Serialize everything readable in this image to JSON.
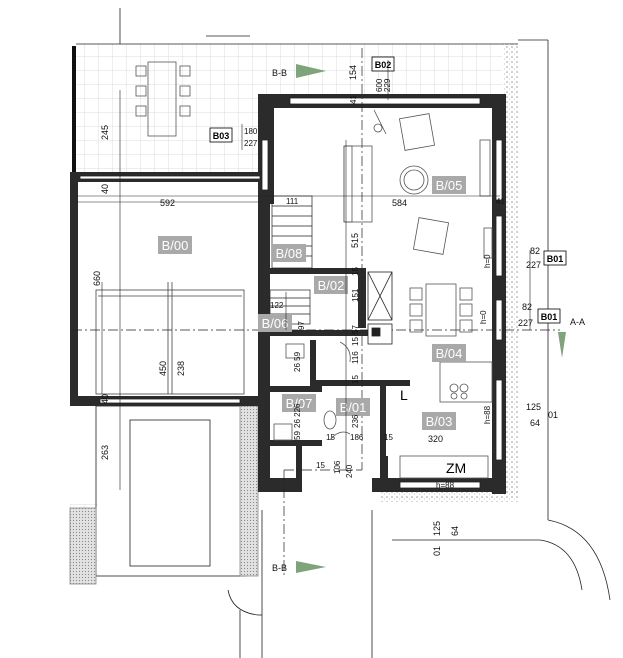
{
  "colors": {
    "wall": "#2b2b2b",
    "tag_bg": "#a9a9a9",
    "tag_text": "#ffffff",
    "line": "#222222",
    "section_arrow": "#7fa37a",
    "terrace_grid": "#d4d4d4",
    "hatch": "#c8c8c8"
  },
  "rooms": {
    "b00": "B/00",
    "b01": "B/01",
    "b02": "B/02",
    "b03": "B/03",
    "b04": "B/04",
    "b05": "B/05",
    "b06": "B/06",
    "b07": "B/07",
    "b08": "B/08"
  },
  "sections": {
    "bb_top": "B-B",
    "bb_bottom": "B-B",
    "aa": "A-A"
  },
  "codes": {
    "b02": "B02",
    "b03": "B03",
    "b01_upper": "B01",
    "b01_lower": "B01",
    "o1_right": "01",
    "o1_bottom": "01"
  },
  "labels": {
    "zm": "ZM",
    "l": "L",
    "h88_kitchen": "h=88",
    "h88_bottom": "h=88",
    "h0_upper": "h=0",
    "h0_lower": "h=0"
  },
  "dimensions": {
    "d245": "245",
    "d40_top": "40",
    "d40_bottom": "40",
    "d592": "592",
    "d584": "584",
    "d660": "660",
    "d450": "450",
    "d238_garage": "238",
    "d263": "263",
    "d154": "154",
    "d600": "600",
    "d229": "229",
    "d180": "180",
    "d227_b03": "227",
    "d41_top": "41",
    "d41_right": "41",
    "d515": "515",
    "d15_a": "15",
    "d151": "151",
    "d57": "57",
    "d15_b": "15",
    "d116": "116",
    "d15_c": "15",
    "d236": "236",
    "d15_d": "15",
    "d186": "186",
    "d320": "320",
    "d15_e": "15",
    "d15_f": "15",
    "d106": "106",
    "d240": "240",
    "d111": "111",
    "d122": "122",
    "d97": "97",
    "d26_59": "26 59",
    "d26_226": "26 226",
    "d59_b": "59",
    "d82_upper": "82",
    "d227_upper": "227",
    "d82_lower": "82",
    "d227_lower": "227",
    "d125_right": "125",
    "d64_right": "64",
    "d125_bottom": "125",
    "d64_bottom": "64"
  }
}
